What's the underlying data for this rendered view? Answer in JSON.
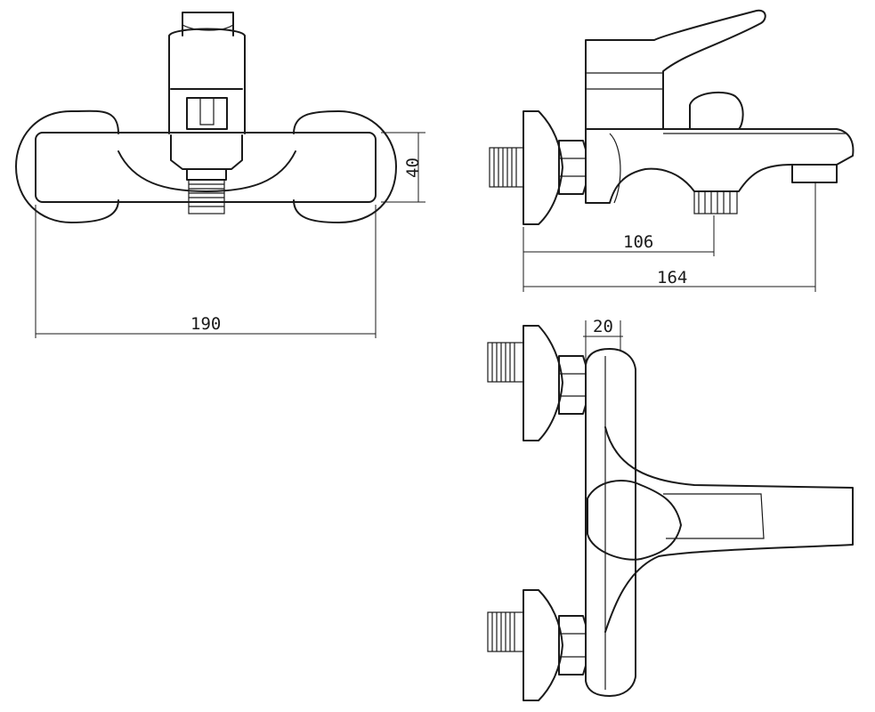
{
  "dimensions": {
    "width_front": "190",
    "height_front": "40",
    "spout_to_outlet": "106",
    "total_depth": "164",
    "body_offset": "20"
  }
}
